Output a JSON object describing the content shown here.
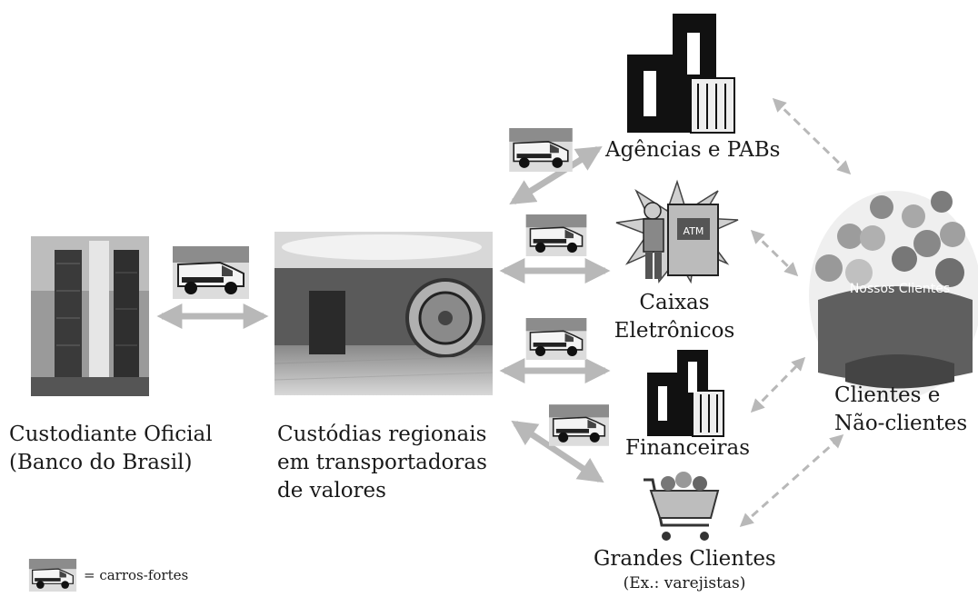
{
  "nodes": {
    "custodiante": {
      "line1": "Custodiante Oficial",
      "line2": "(Banco do Brasil)"
    },
    "custodias": {
      "line1": "Custódias regionais",
      "line2": "em transportadoras",
      "line3": "de valores"
    },
    "agencias": {
      "label": "Agências e PABs"
    },
    "caixas": {
      "line1": "Caixas",
      "line2": "Eletrônicos",
      "atm_text": "ATM"
    },
    "financeiras": {
      "label": "Financeiras"
    },
    "grandes": {
      "line1": "Grandes Clientes",
      "line2": "(Ex.: varejistas)"
    },
    "clientes": {
      "line1": "Clientes e",
      "line2": "Não-clientes",
      "crowd_text": "Nossos Clientes"
    }
  },
  "legend": {
    "label": "= carros-fortes"
  }
}
